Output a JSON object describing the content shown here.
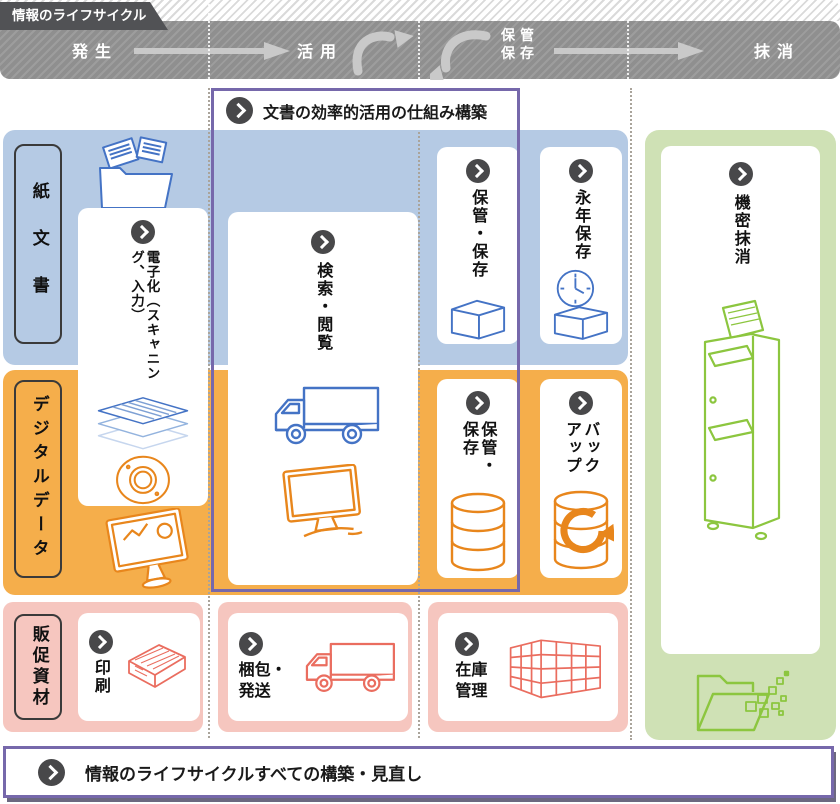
{
  "tab_title": "情報のライフサイクル",
  "header": {
    "stage_origin": "発生",
    "stage_use": "活用",
    "stage_storage_line1": "保管",
    "stage_storage_line2": "保存",
    "stage_erase": "抹消"
  },
  "purple_box": {
    "title": "文書の効率的活用の仕組み構築"
  },
  "row_labels": {
    "paper": "紙文書",
    "digital": "デジタルデータ",
    "promo": "販促資材"
  },
  "cards": {
    "digitize": {
      "label_line1": "電子化（スキャニング、",
      "label_line2": "入力）"
    },
    "search_view": {
      "label": "検索・閲覧"
    },
    "store_paper": {
      "label": "保管・保存"
    },
    "permanent": {
      "label": "永年保存"
    },
    "store_digital": {
      "label": "保管・保存"
    },
    "backup": {
      "label": "バックアップ"
    },
    "print": {
      "label": "印刷"
    },
    "pack_ship": {
      "label_line1": "梱包・",
      "label_line2": "発送"
    },
    "inventory": {
      "label_line1": "在庫",
      "label_line2": "管理"
    },
    "secure_erase": {
      "label": "機密抹消"
    }
  },
  "bottom_banner": {
    "text": "情報のライフサイクルすべての構築・見直し"
  },
  "colors": {
    "row_paper": "#b5cae4",
    "row_digital": "#f5ae4b",
    "row_promo": "#f6c6bf",
    "panel_erase": "#cfe1b5",
    "purple_border": "#7668ab",
    "band_dark": "#8f8f8f",
    "icon_blue": "#4473c5",
    "icon_orange": "#e8861c",
    "icon_pink": "#ea6d5f",
    "icon_green": "#8cc63f",
    "chevron_circle": "#48484a"
  }
}
